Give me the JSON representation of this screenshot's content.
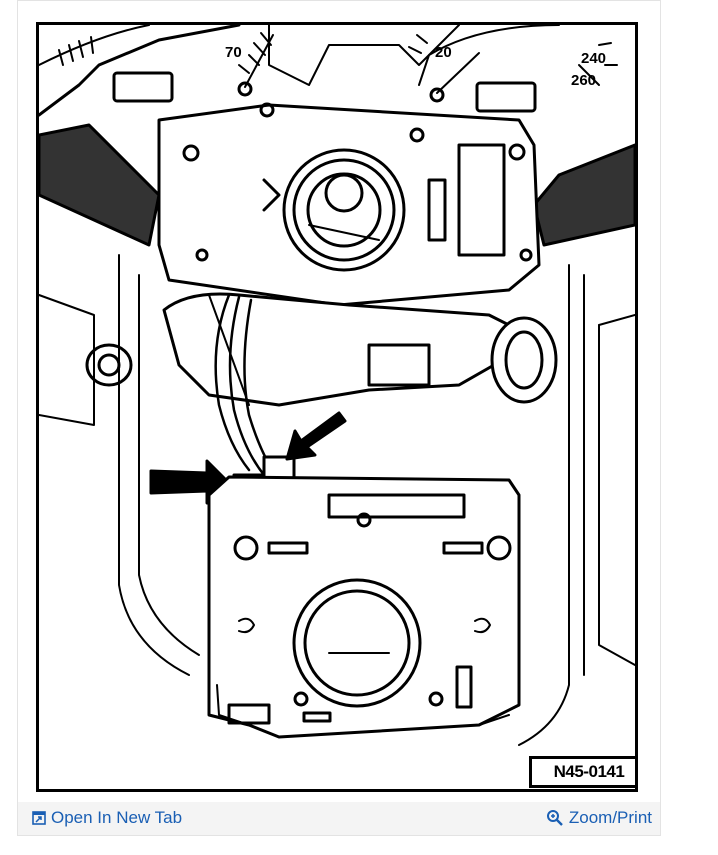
{
  "figure": {
    "gauge_left_label": "70",
    "gauge_right_label_a": "20",
    "gauge_right_label_b": "240",
    "gauge_right_label_c": "260",
    "figure_id": "N45-0141"
  },
  "toolbar": {
    "open_label": "Open In New Tab",
    "zoom_label": "Zoom/Print",
    "open_icon": "new-tab-icon",
    "zoom_icon": "magnifier-icon",
    "link_color": "#1a5fb4"
  }
}
